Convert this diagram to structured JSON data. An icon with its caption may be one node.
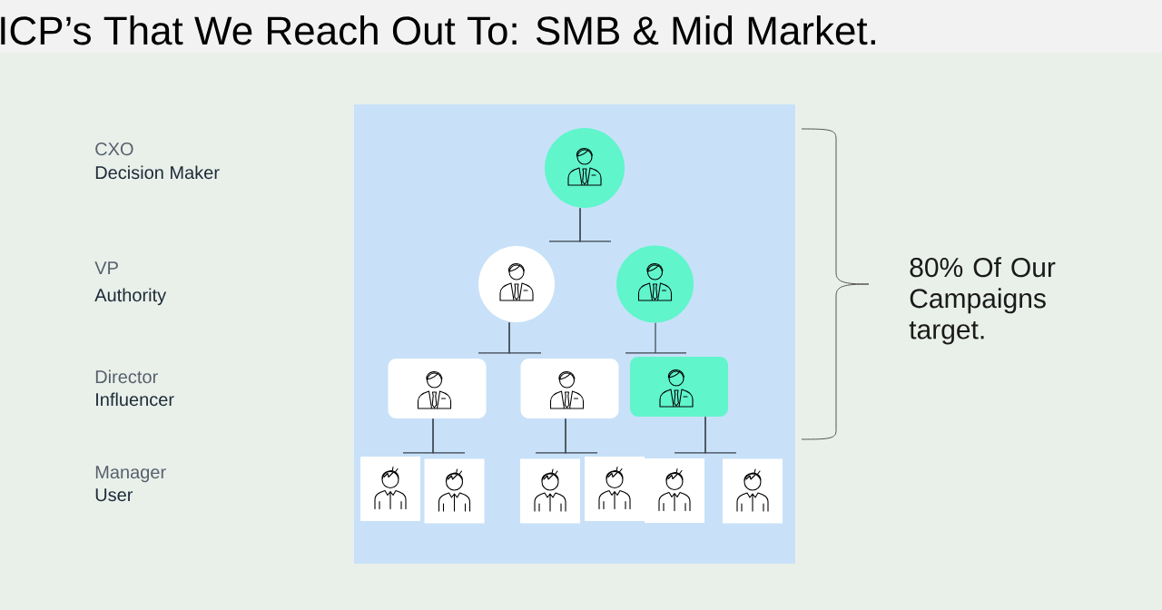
{
  "diagram": {
    "title": "ICP’s That We Reach Out To: SMB & Mid Market.",
    "nodes": [
      {
        "text": [],
        "shape": "circle"
      },
      {
        "text": [],
        "shape": "circle"
      },
      {
        "text": [],
        "shape": "circle"
      },
      {
        "text": [],
        "shape": "box"
      },
      {
        "text": [],
        "shape": "box"
      },
      {
        "text": [],
        "shape": "box"
      },
      {
        "text": [],
        "shape": "box"
      },
      {
        "text": [],
        "shape": "box"
      },
      {
        "text": [],
        "shape": "box"
      },
      {
        "text": [],
        "shape": "box"
      },
      {
        "text": [],
        "shape": "box"
      },
      {
        "text": [],
        "shape": "box"
      }
    ],
    "edges": [
      {
        "from": 0,
        "to": 1,
        "arrow": "none"
      },
      {
        "from": 0,
        "to": 2,
        "arrow": "none"
      },
      {
        "from": 1,
        "to": 3,
        "arrow": "none"
      },
      {
        "from": 1,
        "to": 4,
        "arrow": "none"
      },
      {
        "from": 2,
        "to": 5,
        "arrow": "none"
      },
      {
        "from": 3,
        "to": 6,
        "arrow": "none"
      },
      {
        "from": 3,
        "to": 7,
        "arrow": "none"
      },
      {
        "from": 4,
        "to": 8,
        "arrow": "none"
      },
      {
        "from": 4,
        "to": 9,
        "arrow": "none"
      },
      {
        "from": 5,
        "to": 10,
        "arrow": "none"
      },
      {
        "from": 5,
        "to": 11,
        "arrow": "none"
      }
    ],
    "labels": [
      "CXO",
      "Decision Maker",
      "VP",
      "Authority",
      "Director",
      "Influencer",
      "Manager",
      "User",
      "80% Of Our Campaigns target."
    ]
  }
}
